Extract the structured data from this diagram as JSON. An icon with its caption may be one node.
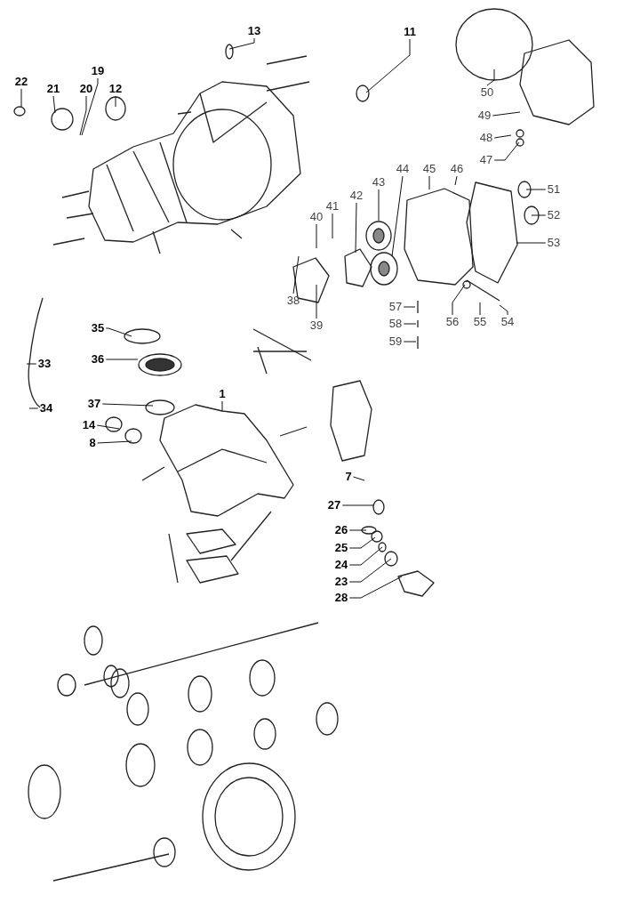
{
  "diagram": {
    "nodes": [
      {
        "text": [
          "13"
        ]
      },
      {
        "text": [
          "11"
        ]
      },
      {
        "text": [
          "19"
        ]
      },
      {
        "text": [
          "22"
        ]
      },
      {
        "text": [
          "21"
        ]
      },
      {
        "text": [
          "20"
        ]
      },
      {
        "text": [
          "12"
        ]
      },
      {
        "text": [
          "50"
        ]
      },
      {
        "text": [
          "49"
        ]
      },
      {
        "text": [
          "48"
        ]
      },
      {
        "text": [
          "47"
        ]
      },
      {
        "text": [
          "44"
        ]
      },
      {
        "text": [
          "45"
        ]
      },
      {
        "text": [
          "46"
        ]
      },
      {
        "text": [
          "43"
        ]
      },
      {
        "text": [
          "51"
        ]
      },
      {
        "text": [
          "42"
        ]
      },
      {
        "text": [
          "41"
        ]
      },
      {
        "text": [
          "40"
        ]
      },
      {
        "text": [
          "52"
        ]
      },
      {
        "text": [
          "53"
        ]
      },
      {
        "text": [
          "38"
        ]
      },
      {
        "text": [
          "57"
        ]
      },
      {
        "text": [
          "39"
        ]
      },
      {
        "text": [
          "56"
        ]
      },
      {
        "text": [
          "55"
        ]
      },
      {
        "text": [
          "54"
        ]
      },
      {
        "text": [
          "58"
        ]
      },
      {
        "text": [
          "35"
        ]
      },
      {
        "text": [
          "59"
        ]
      },
      {
        "text": [
          "36"
        ]
      },
      {
        "text": [
          "33"
        ]
      },
      {
        "text": [
          "1"
        ]
      },
      {
        "text": [
          "37"
        ]
      },
      {
        "text": [
          "34"
        ]
      },
      {
        "text": [
          "14"
        ]
      },
      {
        "text": [
          "8"
        ]
      },
      {
        "text": [
          "7"
        ]
      },
      {
        "text": [
          "27"
        ]
      },
      {
        "text": [
          "26"
        ]
      },
      {
        "text": [
          "25"
        ]
      },
      {
        "text": [
          "24"
        ]
      },
      {
        "text": [
          "23"
        ]
      },
      {
        "text": [
          "28"
        ]
      }
    ],
    "edges": [
      {
        "from": 0,
        "to": null,
        "arrow": "none"
      },
      {
        "from": 1,
        "to": null,
        "arrow": "none"
      },
      {
        "from": 2,
        "to": null,
        "arrow": "none"
      },
      {
        "from": 3,
        "to": null,
        "arrow": "none"
      },
      {
        "from": 4,
        "to": null,
        "arrow": "none"
      },
      {
        "from": 5,
        "to": null,
        "arrow": "none"
      },
      {
        "from": 6,
        "to": null,
        "arrow": "none"
      },
      {
        "from": 7,
        "to": null,
        "arrow": "none"
      },
      {
        "from": 8,
        "to": null,
        "arrow": "none"
      },
      {
        "from": 9,
        "to": null,
        "arrow": "none"
      },
      {
        "from": 10,
        "to": null,
        "arrow": "none"
      },
      {
        "from": 11,
        "to": null,
        "arrow": "none"
      },
      {
        "from": 12,
        "to": null,
        "arrow": "none"
      },
      {
        "from": 13,
        "to": null,
        "arrow": "none"
      },
      {
        "from": 14,
        "to": null,
        "arrow": "none"
      },
      {
        "from": 15,
        "to": null,
        "arrow": "none"
      },
      {
        "from": 16,
        "to": null,
        "arrow": "none"
      },
      {
        "from": 17,
        "to": null,
        "arrow": "none"
      },
      {
        "from": 18,
        "to": null,
        "arrow": "none"
      },
      {
        "from": 19,
        "to": null,
        "arrow": "none"
      },
      {
        "from": 20,
        "to": null,
        "arrow": "none"
      },
      {
        "from": 21,
        "to": null,
        "arrow": "none"
      },
      {
        "from": 22,
        "to": null,
        "arrow": "none"
      },
      {
        "from": 23,
        "to": null,
        "arrow": "none"
      },
      {
        "from": 24,
        "to": null,
        "arrow": "none"
      },
      {
        "from": 25,
        "to": null,
        "arrow": "none"
      },
      {
        "from": 26,
        "to": null,
        "arrow": "none"
      },
      {
        "from": 27,
        "to": null,
        "arrow": "none"
      },
      {
        "from": 28,
        "to": null,
        "arrow": "none"
      },
      {
        "from": 29,
        "to": null,
        "arrow": "none"
      },
      {
        "from": 30,
        "to": null,
        "arrow": "none"
      },
      {
        "from": 31,
        "to": null,
        "arrow": "none"
      },
      {
        "from": 32,
        "to": null,
        "arrow": "none"
      },
      {
        "from": 33,
        "to": null,
        "arrow": "none"
      },
      {
        "from": 34,
        "to": null,
        "arrow": "none"
      },
      {
        "from": 35,
        "to": null,
        "arrow": "none"
      },
      {
        "from": 36,
        "to": null,
        "arrow": "none"
      },
      {
        "from": 37,
        "to": null,
        "arrow": "none"
      },
      {
        "from": 38,
        "to": null,
        "arrow": "none"
      },
      {
        "from": 39,
        "to": null,
        "arrow": "none"
      },
      {
        "from": 40,
        "to": null,
        "arrow": "none"
      },
      {
        "from": 41,
        "to": null,
        "arrow": "none"
      },
      {
        "from": 42,
        "to": null,
        "arrow": "none"
      },
      {
        "from": 43,
        "to": null,
        "arrow": "none"
      }
    ]
  }
}
